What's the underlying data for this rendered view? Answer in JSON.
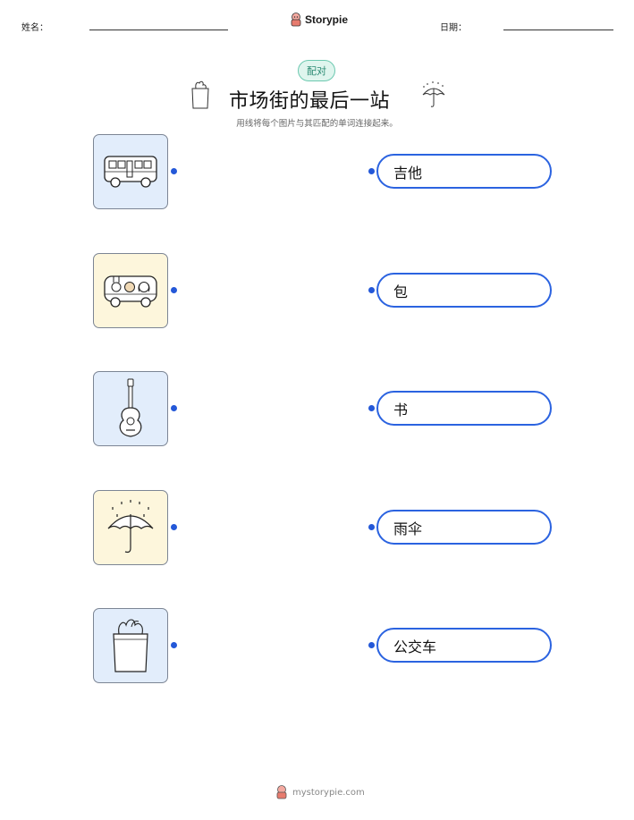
{
  "header": {
    "name_label": "姓名：",
    "date_label": "日期：",
    "brand": "Storypie"
  },
  "badge": "配对",
  "title": "市场街的最后一站",
  "subtitle": "用线将每个图片与其匹配的单词连接起来。",
  "items": [
    {
      "picture": "bus-icon",
      "word": "吉他"
    },
    {
      "picture": "animal-bus-icon",
      "word": "包"
    },
    {
      "picture": "guitar-icon",
      "word": "书"
    },
    {
      "picture": "umbrella-icon",
      "word": "雨伞"
    },
    {
      "picture": "grocery-bag-icon",
      "word": "公交车"
    }
  ],
  "footer": "mystorypie.com",
  "colors": {
    "accent": "#2b63e0",
    "dot": "#2458d8",
    "badge_bg": "#dff5ee",
    "card_blue": "#e2edfb",
    "card_yellow": "#fdf6dc"
  }
}
